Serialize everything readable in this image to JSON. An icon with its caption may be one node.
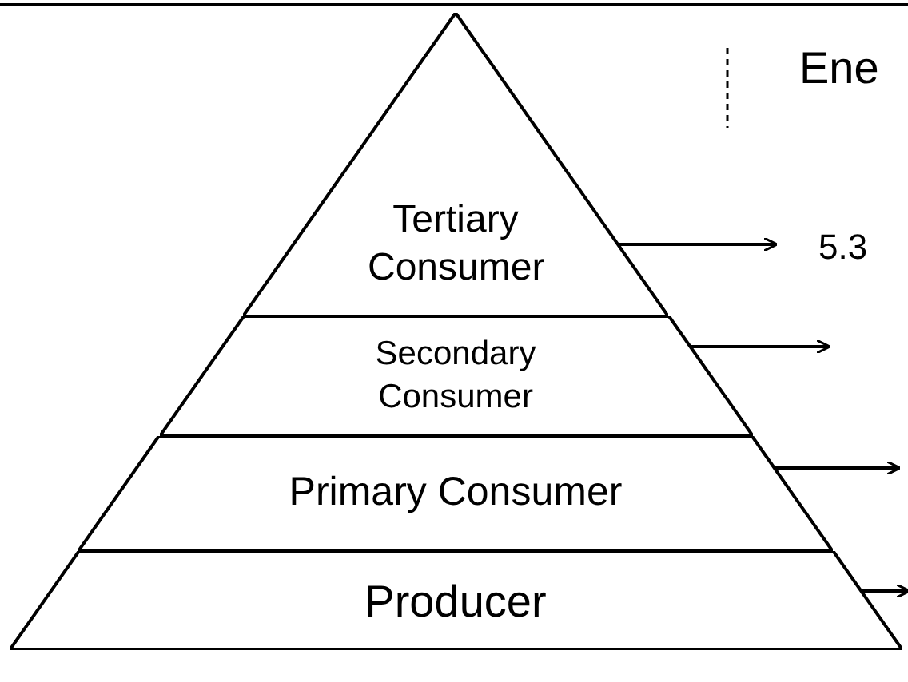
{
  "diagram": {
    "nodes": [
      {
        "text": [
          "Tertiary Consumer"
        ]
      },
      {
        "text": [
          "Secondary Consumer"
        ]
      },
      {
        "text": [
          "Primary Consumer"
        ]
      },
      {
        "text": [
          "Producer"
        ]
      }
    ],
    "edges": [
      {
        "from": 0,
        "to": null,
        "arrow": "to"
      },
      {
        "from": 1,
        "to": null,
        "arrow": "to"
      },
      {
        "from": 2,
        "to": null,
        "arrow": "to"
      },
      {
        "from": 3,
        "to": null,
        "arrow": "to"
      }
    ],
    "labels": [
      "Ene",
      "5.3"
    ]
  }
}
